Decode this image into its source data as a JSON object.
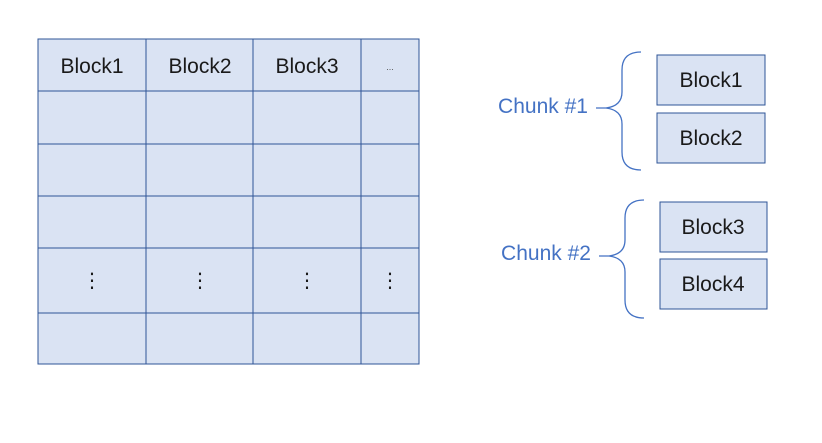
{
  "grid": {
    "header": [
      "Block1",
      "Block2",
      "Block3",
      "..."
    ],
    "ellipsis_mark": "⋮"
  },
  "chunks": [
    {
      "label": "Chunk #1",
      "blocks": [
        "Block1",
        "Block2"
      ]
    },
    {
      "label": "Chunk #2",
      "blocks": [
        "Block3",
        "Block4"
      ]
    }
  ],
  "colors": {
    "cell_fill": "#dae3f3",
    "cell_border": "#2f5597",
    "chunk_label": "#4472c4"
  }
}
